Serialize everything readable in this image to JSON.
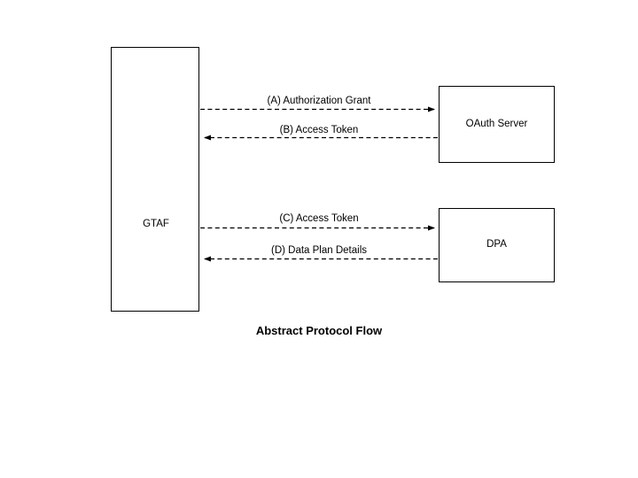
{
  "diagram": {
    "caption": "Abstract Protocol Flow",
    "background_color": "#ffffff",
    "stroke_color": "#000000",
    "nodes": [
      {
        "id": "gtaf",
        "label": "GTAF"
      },
      {
        "id": "oauth_server",
        "label": "OAuth Server"
      },
      {
        "id": "dpa",
        "label": "DPA"
      }
    ],
    "messages": [
      {
        "id": "a",
        "label": "(A) Authorization Grant",
        "from": "GTAF",
        "to": "OAuth Server",
        "direction": "right",
        "line_style": "dashed"
      },
      {
        "id": "b",
        "label": "(B) Access Token",
        "from": "OAuth Server",
        "to": "GTAF",
        "direction": "left",
        "line_style": "dashed"
      },
      {
        "id": "c",
        "label": "(C) Access Token",
        "from": "GTAF",
        "to": "DPA",
        "direction": "right",
        "line_style": "dashed"
      },
      {
        "id": "d",
        "label": "(D) Data Plan Details",
        "from": "DPA",
        "to": "GTAF",
        "direction": "left",
        "line_style": "dashed"
      }
    ]
  }
}
